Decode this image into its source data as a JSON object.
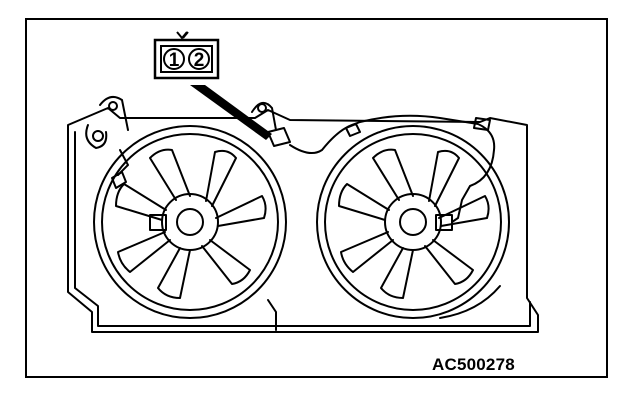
{
  "connector": {
    "pins": [
      "1",
      "2"
    ]
  },
  "figure_code": "AC500278"
}
